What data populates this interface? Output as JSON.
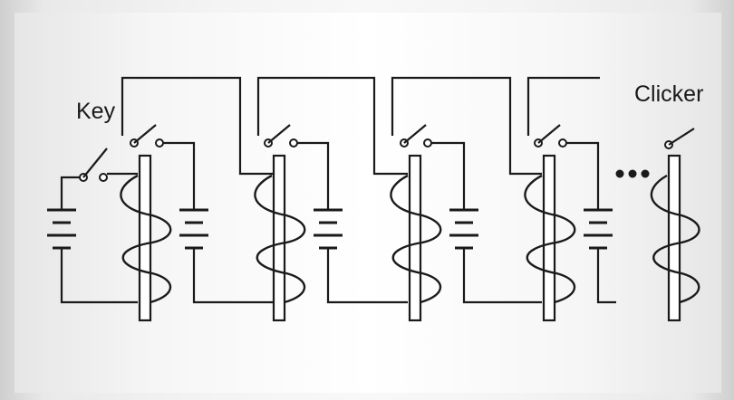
{
  "diagram": {
    "labels": {
      "key": "Key",
      "clicker": "Clicker"
    },
    "icons": {
      "ellipsis": "ellipsis-dots"
    },
    "colors": {
      "line": "#1a1a1a",
      "background": "#f8f8f8"
    }
  }
}
